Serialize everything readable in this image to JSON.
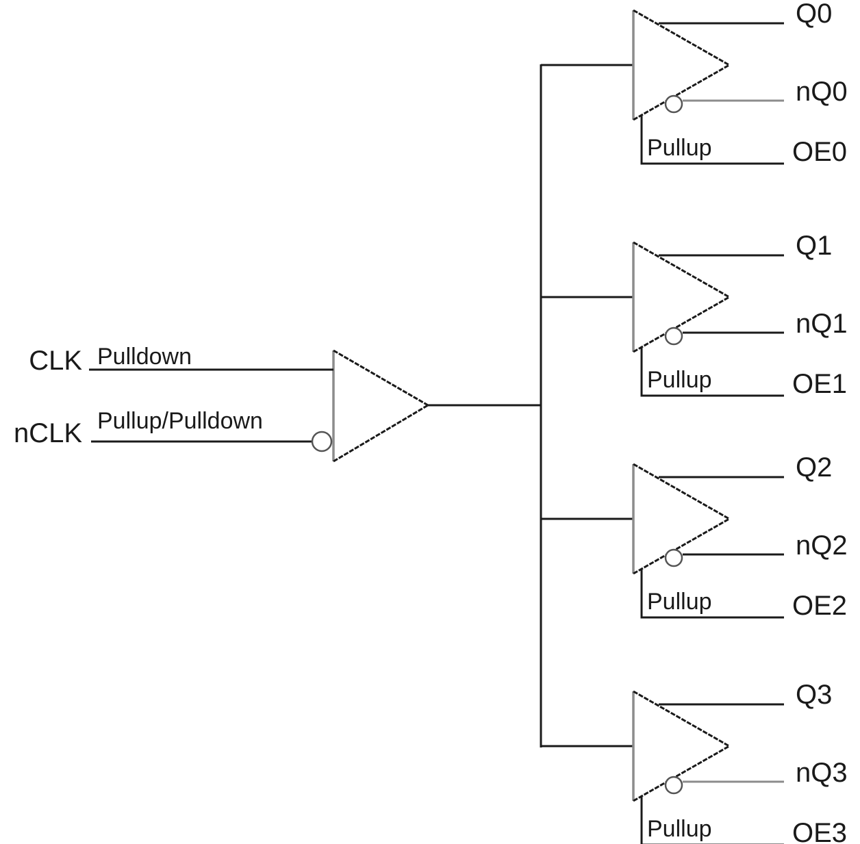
{
  "diagram": {
    "type": "clock-fanout-buffer-schematic",
    "inputs": [
      {
        "pin": "CLK",
        "bias": "Pulldown",
        "inverted": false
      },
      {
        "pin": "nCLK",
        "bias": "Pullup/Pulldown",
        "inverted": true
      }
    ],
    "outputs": [
      {
        "q": "Q0",
        "nq": "nQ0",
        "oe": "OE0",
        "oe_bias": "Pullup"
      },
      {
        "q": "Q1",
        "nq": "nQ1",
        "oe": "OE1",
        "oe_bias": "Pullup"
      },
      {
        "q": "Q2",
        "nq": "nQ2",
        "oe": "OE2",
        "oe_bias": "Pullup"
      },
      {
        "q": "Q3",
        "nq": "nQ3",
        "oe": "OE3",
        "oe_bias": "Pullup"
      }
    ],
    "colors": {
      "line": "#1a1a1a",
      "buffer_edge": "#8c8c8c",
      "background": "#ffffff"
    }
  }
}
